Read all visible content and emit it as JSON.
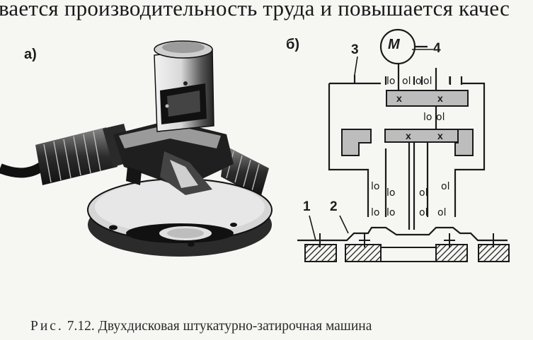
{
  "text": {
    "top_line": "вается производительность труда и повышается качес",
    "label_a": "а)",
    "label_b": "б)",
    "motor_letter": "М",
    "callouts": {
      "n1": "1",
      "n2": "2",
      "n3": "3",
      "n4": "4"
    },
    "caption_prefix": "Рис.",
    "caption_body": " 7.12. Двухдисковая штукатурно-затирочная машина"
  }
}
